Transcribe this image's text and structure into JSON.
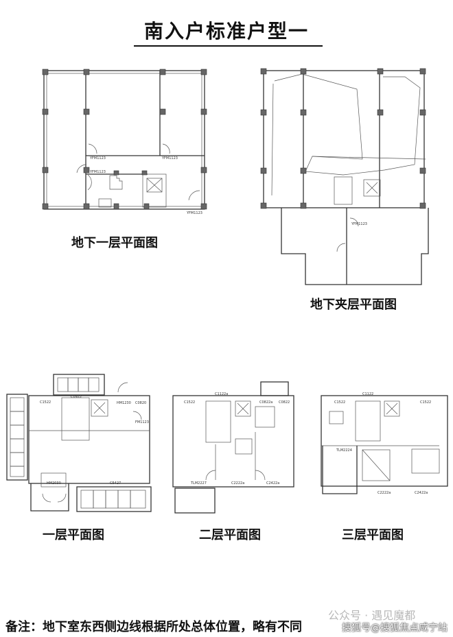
{
  "title": "南入户标准户型一",
  "plans": {
    "b1": {
      "caption": "地下一层平面图",
      "labels": [
        "YFM1123",
        "YFM1123",
        "YFM1123",
        "YFM1123"
      ]
    },
    "mezzanine": {
      "caption": "地下夹层平面图",
      "labels": [
        "YFM1123"
      ]
    },
    "f1": {
      "caption": "一层平面图",
      "labels": [
        "C1522",
        "C0922",
        "HM1230",
        "C0820",
        "FM1123",
        "HM2030",
        "C5427"
      ]
    },
    "f2": {
      "caption": "二层平面图",
      "labels": [
        "C1122a",
        "C1522",
        "C0822a",
        "C0822",
        "TLM2227",
        "C2222a",
        "C2422a"
      ]
    },
    "f3": {
      "caption": "三层平面图",
      "labels": [
        "C1122",
        "C1522",
        "C1522",
        "TLM2224",
        "C2222a",
        "C2422a"
      ]
    }
  },
  "note": "备注：地下室东西侧边线根据所处总体位置，略有不同",
  "watermarks": {
    "wechat": "公众号 · 遇见魔都",
    "sohu": "搜狐号@搜狐焦点咸宁站"
  }
}
